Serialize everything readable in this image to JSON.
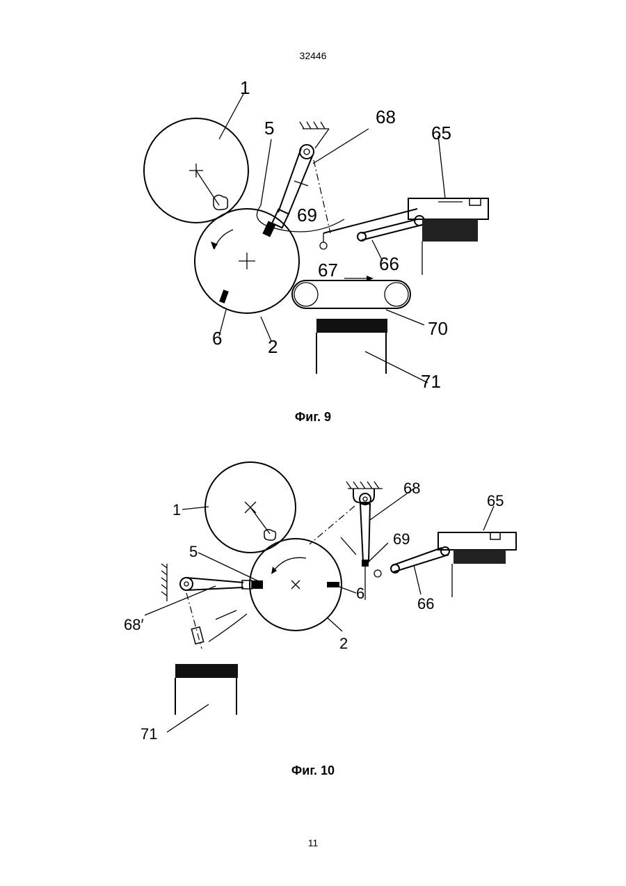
{
  "header": {
    "page_code": "32446"
  },
  "footer": {
    "page_number": "11"
  },
  "figure9": {
    "caption": "Фиг. 9",
    "labels": {
      "l1": "1",
      "l2": "2",
      "l5": "5",
      "l6": "6",
      "l65": "65",
      "l66": "66",
      "l67": "67",
      "l68": "68",
      "l69": "69",
      "l70": "70",
      "l71": "71"
    }
  },
  "figure10": {
    "caption": "Фиг. 10",
    "labels": {
      "l1": "1",
      "l2": "2",
      "l5": "5",
      "l6": "6",
      "l65": "65",
      "l66": "66",
      "l68": "68",
      "l68p": "68′",
      "l69": "69",
      "l71": "71"
    }
  }
}
